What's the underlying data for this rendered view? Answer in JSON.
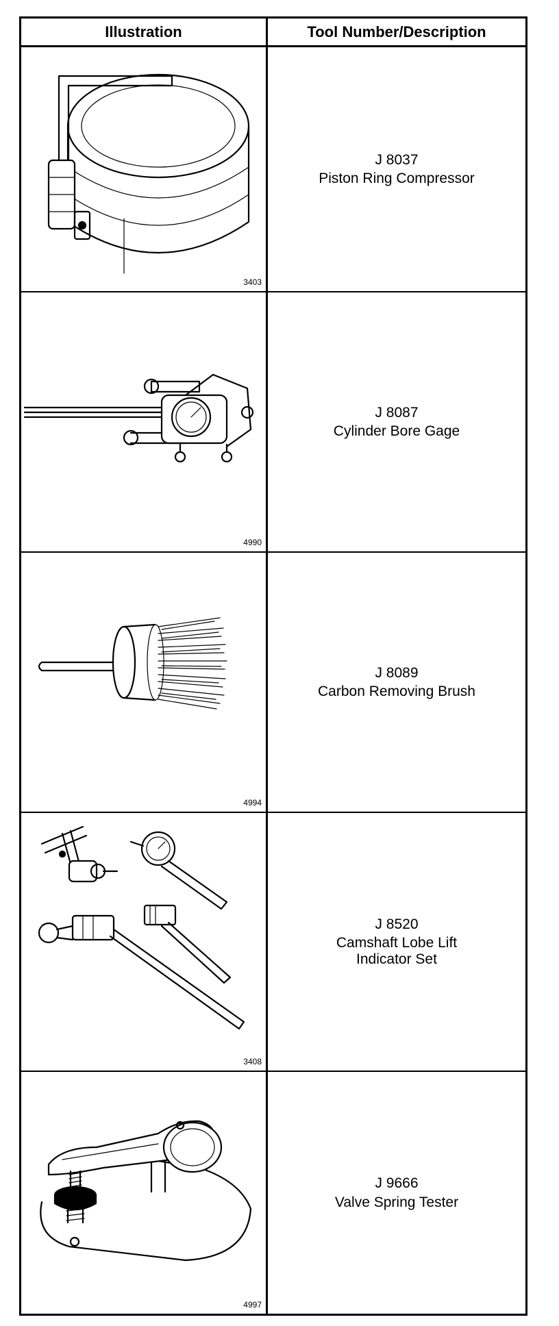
{
  "table": {
    "header": {
      "illustration": "Illustration",
      "tool": "Tool Number/Description"
    },
    "rows": [
      {
        "figure_no": "3403",
        "tool_number": "J 8037",
        "description": [
          "Piston Ring Compressor"
        ],
        "icon": "piston-ring-compressor-icon"
      },
      {
        "figure_no": "4990",
        "tool_number": "J 8087",
        "description": [
          "Cylinder Bore Gage"
        ],
        "icon": "cylinder-bore-gage-icon"
      },
      {
        "figure_no": "4994",
        "tool_number": "J 8089",
        "description": [
          "Carbon Removing Brush"
        ],
        "icon": "carbon-removing-brush-icon"
      },
      {
        "figure_no": "3408",
        "tool_number": "J 8520",
        "description": [
          "Camshaft Lobe Lift",
          "Indicator Set"
        ],
        "icon": "camshaft-lobe-lift-indicator-set-icon"
      },
      {
        "figure_no": "4997",
        "tool_number": "J 9666",
        "description": [
          "Valve Spring Tester"
        ],
        "icon": "valve-spring-tester-icon"
      }
    ]
  }
}
